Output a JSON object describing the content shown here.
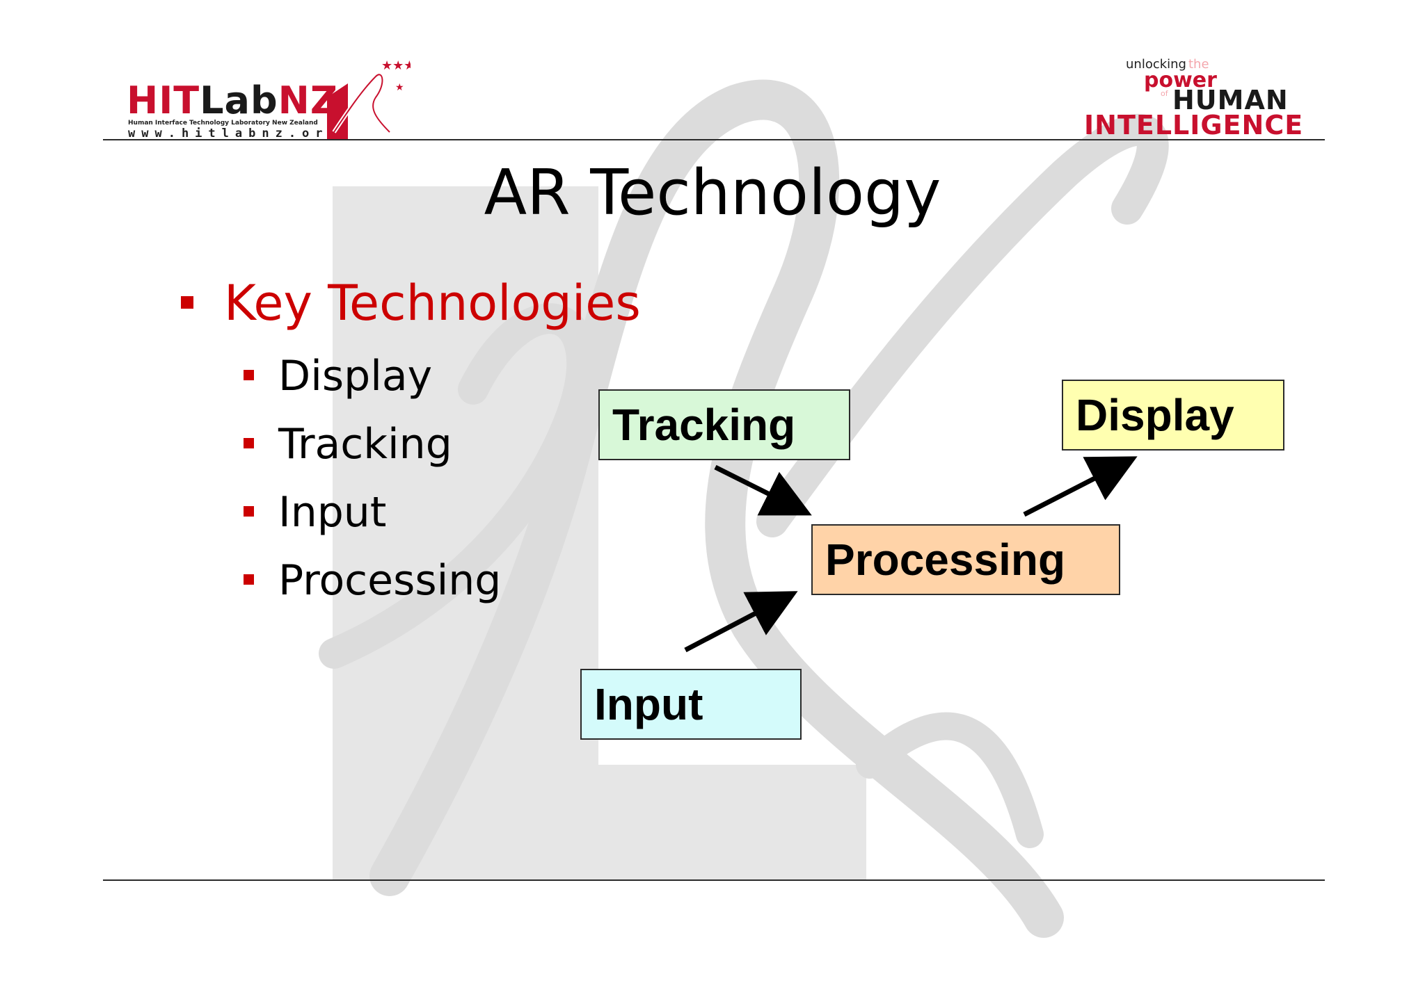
{
  "header": {
    "logo_left": {
      "hit": "HIT",
      "lab": "Lab",
      "nz": "NZ",
      "subtitle": "Human Interface Technology Laboratory New Zealand",
      "url": "www.hitlabnz.org"
    },
    "logo_right": {
      "unlocking": "unlocking",
      "the": "the",
      "power": "power",
      "of": "of",
      "human": "HUMAN",
      "intelligence": "INTELLIGENCE"
    }
  },
  "slide": {
    "title": "AR Technology",
    "bullet_main": "Key Technologies",
    "sub_bullets": [
      "Display",
      "Tracking",
      "Input",
      "Processing"
    ]
  },
  "diagram": {
    "nodes": {
      "tracking": {
        "label": "Tracking",
        "color": "#d8f8d8"
      },
      "display": {
        "label": "Display",
        "color": "#ffffb0"
      },
      "processing": {
        "label": "Processing",
        "color": "#ffd3a8"
      },
      "input": {
        "label": "Input",
        "color": "#d4fbfb"
      }
    },
    "edges": [
      {
        "from": "tracking",
        "to": "processing"
      },
      {
        "from": "input",
        "to": "processing"
      },
      {
        "from": "processing",
        "to": "display"
      }
    ]
  },
  "colors": {
    "accent_red": "#cc0000",
    "watermark_gray": "#d9d9d9"
  }
}
